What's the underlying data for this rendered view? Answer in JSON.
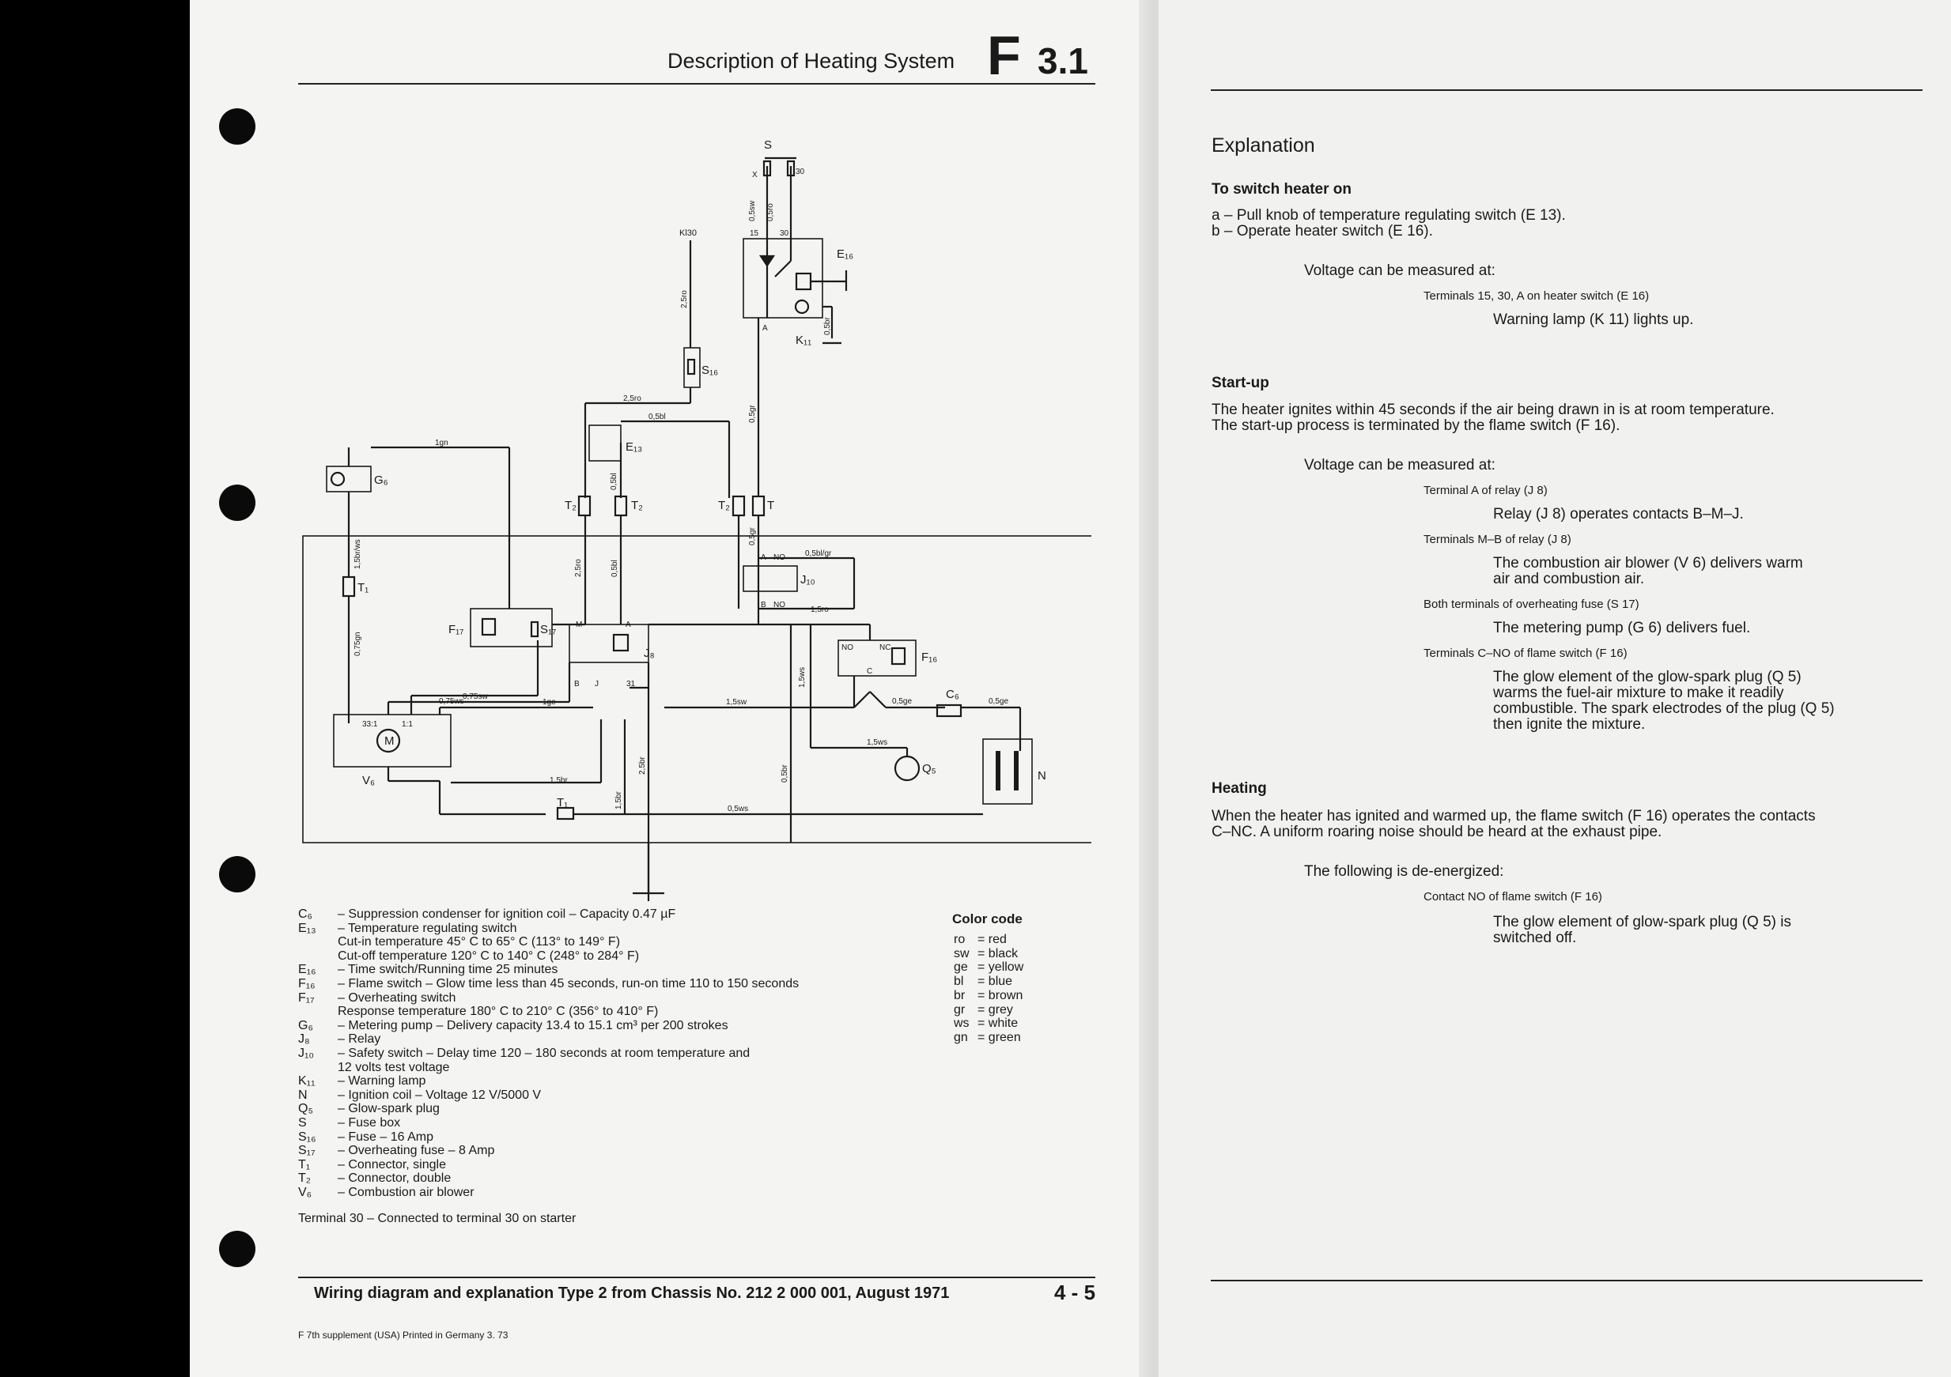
{
  "header": {
    "title": "Description of Heating System",
    "section_letter": "F",
    "section_number": "3.1"
  },
  "diagram": {
    "components": {
      "S": "S",
      "E16": "E₁₆",
      "K11": "K₁₁",
      "S16": "S₁₆",
      "E13": "E₁₃",
      "G6": "G₆",
      "T1a": "T₁",
      "T1b": "T₁",
      "T2a": "T₂",
      "T2b": "T₂",
      "T2c": "T₂",
      "T": "T",
      "J10": "J₁₀",
      "J8": "J₈",
      "F17": "F₁₇",
      "S17": "S₁₇",
      "F16": "F₁₆",
      "C6": "C₆",
      "V6": "V₆",
      "Q5": "Q₅",
      "N": "N",
      "M": "M",
      "kl30": "Kl30"
    },
    "terminals": {
      "t15": "15",
      "t30": "30",
      "tX": "X",
      "tA": "A",
      "tNO": "NO",
      "tNC": "NC",
      "tC": "C",
      "tM": "M",
      "tB": "B",
      "tJ": "J",
      "t31": "31",
      "r331": "33:1",
      "r11": "1:1"
    },
    "wires": {
      "w1": "0,5sw",
      "w2": "0,5ro",
      "w3": "2,5ro",
      "w4": "0,5br",
      "w5": "2,5ro",
      "w6": "0,5bl",
      "w7": "0,5gr",
      "w8": "1gn",
      "w9": "0,5bl",
      "w10": "2,5ro",
      "w11": "0,5bl",
      "w12": "0,5gr",
      "w13": "0,5bl/gr",
      "w14": "1,5ro",
      "w15": "1,5br/ws",
      "w16": "0,75gn",
      "w17": "0,75sw",
      "w18": "0,75ws",
      "w19": "1ge",
      "w20": "1,5sw",
      "w21": "0,5ge",
      "w22": "0,5ge",
      "w23": "1,5ws",
      "w24": "1,5ws",
      "w25": "1,5br",
      "w26": "2,5br",
      "w27": "1,5br",
      "w28": "0,5br",
      "w29": "0,5ws"
    }
  },
  "legend": [
    {
      "key": "C₆",
      "lines": [
        "– Suppression condenser for ignition coil – Capacity 0.47 µF"
      ]
    },
    {
      "key": "E₁₃",
      "lines": [
        "– Temperature regulating switch",
        "Cut-in temperature 45° C to 65° C (113° to 149° F)",
        "Cut-off temperature 120° C to 140° C (248° to 284° F)"
      ]
    },
    {
      "key": "E₁₆",
      "lines": [
        "– Time switch/Running time 25 minutes"
      ]
    },
    {
      "key": "F₁₆",
      "lines": [
        "– Flame switch – Glow time less than 45 seconds, run-on time 110 to 150 seconds"
      ]
    },
    {
      "key": "F₁₇",
      "lines": [
        "– Overheating switch",
        "Response temperature 180° C to 210° C (356° to 410° F)"
      ]
    },
    {
      "key": "G₆",
      "lines": [
        "– Metering pump – Delivery capacity 13.4 to 15.1 cm³ per 200 strokes"
      ]
    },
    {
      "key": "J₈",
      "lines": [
        "– Relay"
      ]
    },
    {
      "key": "J₁₀",
      "lines": [
        "– Safety switch – Delay time 120 – 180 seconds at room temperature and",
        "12 volts test voltage"
      ]
    },
    {
      "key": "K₁₁",
      "lines": [
        "– Warning lamp"
      ]
    },
    {
      "key": "N",
      "lines": [
        "– Ignition coil – Voltage 12 V/5000 V"
      ]
    },
    {
      "key": "Q₅",
      "lines": [
        "– Glow-spark plug"
      ]
    },
    {
      "key": "S",
      "lines": [
        "– Fuse box"
      ]
    },
    {
      "key": "S₁₆",
      "lines": [
        "– Fuse – 16 Amp"
      ]
    },
    {
      "key": "S₁₇",
      "lines": [
        "– Overheating fuse – 8 Amp"
      ]
    },
    {
      "key": "T₁",
      "lines": [
        "– Connector, single"
      ]
    },
    {
      "key": "T₂",
      "lines": [
        "– Connector, double"
      ]
    },
    {
      "key": "V₆",
      "lines": [
        "– Combustion air blower"
      ]
    }
  ],
  "terminal30": "Terminal 30 – Connected to terminal 30 on starter",
  "color_code": {
    "title": "Color code",
    "items": [
      {
        "code": "ro",
        "name": "= red"
      },
      {
        "code": "sw",
        "name": "= black"
      },
      {
        "code": "ge",
        "name": "= yellow"
      },
      {
        "code": "bl",
        "name": "= blue"
      },
      {
        "code": "br",
        "name": "= brown"
      },
      {
        "code": "gr",
        "name": "= grey"
      },
      {
        "code": "ws",
        "name": "= white"
      },
      {
        "code": "gn",
        "name": "= green"
      }
    ]
  },
  "footer": {
    "text": "Wiring diagram and explanation Type 2 from Chassis No. 212 2 000 001, August 1971",
    "page": "4 - 5",
    "supplement": "F  7th supplement (USA)   Printed in Germany   3. 73"
  },
  "explanation": {
    "title": "Explanation",
    "switch_on": {
      "heading": "To switch heater on",
      "a": "a – Pull knob of temperature regulating switch (E 13).",
      "b": "b – Operate heater switch (E 16).",
      "voltage": "Voltage can be measured at:",
      "t1": "Terminals 15, 30, A on heater switch (E 16)",
      "r1": "Warning lamp (K 11) lights up."
    },
    "startup": {
      "heading": "Start-up",
      "p1": "The heater ignites within 45 seconds if the air being drawn in is at room temperature.",
      "p2": "The start-up process is terminated by the flame switch (F 16).",
      "voltage": "Voltage can be measured at:",
      "t1": "Terminal A of relay (J 8)",
      "r1": "Relay (J 8) operates contacts B–M–J.",
      "t2": "Terminals M–B of relay (J 8)",
      "r2a": "The combustion air blower (V 6) delivers warm",
      "r2b": "air and combustion air.",
      "t3": "Both terminals of overheating fuse (S 17)",
      "r3": "The metering pump (G 6) delivers fuel.",
      "t4": "Terminals C–NO of flame switch (F 16)",
      "r4a": "The glow element of the glow-spark plug (Q 5)",
      "r4b": "warms the fuel-air mixture to make it readily",
      "r4c": "combustible. The spark electrodes of the plug (Q 5)",
      "r4d": "then ignite the mixture."
    },
    "heating": {
      "heading": "Heating",
      "p1": "When the heater has ignited and warmed up, the flame switch (F 16) operates the contacts",
      "p2": "C–NC. A uniform roaring noise should be heard at the exhaust pipe.",
      "deenergized": "The following is de-energized:",
      "t1": "Contact NO of flame switch (F 16)",
      "r1a": "The glow element of glow-spark plug (Q 5) is",
      "r1b": "switched off."
    }
  }
}
